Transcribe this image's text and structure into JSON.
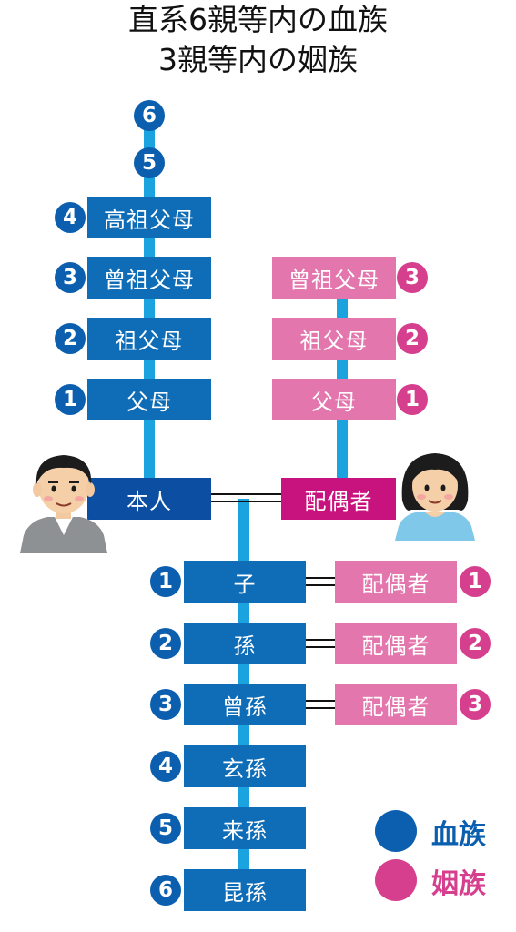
{
  "title": {
    "line1": "直系6親等内の血族",
    "line2": "3親等内の姻族"
  },
  "ancestors_blood": [
    {
      "degree": "6",
      "label": ""
    },
    {
      "degree": "5",
      "label": ""
    },
    {
      "degree": "4",
      "label": "高祖父母"
    },
    {
      "degree": "3",
      "label": "曾祖父母"
    },
    {
      "degree": "2",
      "label": "祖父母"
    },
    {
      "degree": "1",
      "label": "父母"
    }
  ],
  "ancestors_inlaw": [
    {
      "degree": "3",
      "label": "曾祖父母"
    },
    {
      "degree": "2",
      "label": "祖父母"
    },
    {
      "degree": "1",
      "label": "父母"
    }
  ],
  "self": {
    "label": "本人"
  },
  "spouse": {
    "label": "配偶者"
  },
  "descendants": [
    {
      "degree": "1",
      "label": "子",
      "spouse_label": "配偶者",
      "spouse_degree": "1"
    },
    {
      "degree": "2",
      "label": "孫",
      "spouse_label": "配偶者",
      "spouse_degree": "2"
    },
    {
      "degree": "3",
      "label": "曾孫",
      "spouse_label": "配偶者",
      "spouse_degree": "3"
    },
    {
      "degree": "4",
      "label": "玄孫"
    },
    {
      "degree": "5",
      "label": "来孫"
    },
    {
      "degree": "6",
      "label": "昆孫"
    }
  ],
  "legend": [
    {
      "label": "血族",
      "color": "#0b5fae"
    },
    {
      "label": "姻族",
      "color": "#d63f8e"
    }
  ],
  "colors": {
    "blood": "#0f6db8",
    "inlaw": "#e376ad",
    "self": "#0b4ea2",
    "spouse": "#c8137e",
    "line": "#1aa3de"
  }
}
